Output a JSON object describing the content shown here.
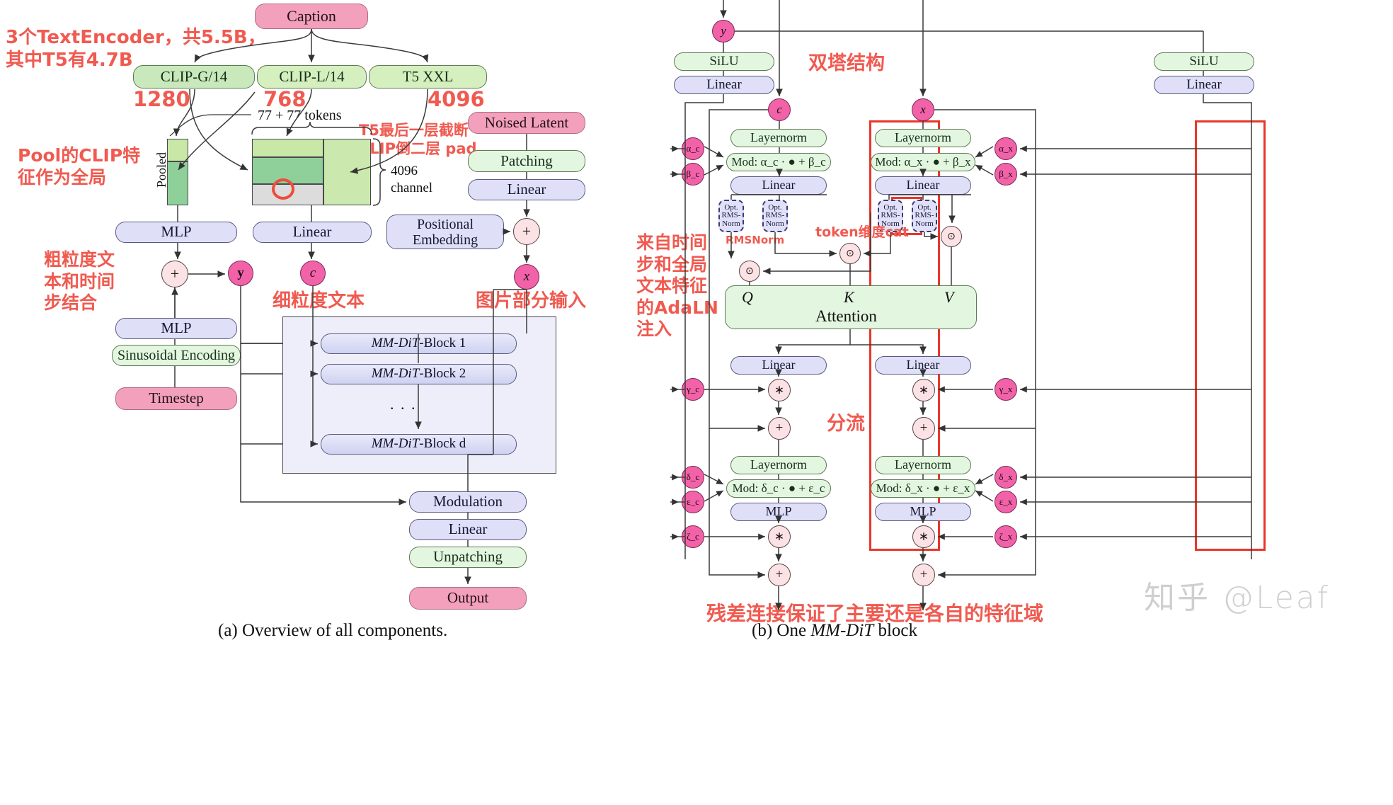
{
  "figure": {
    "caption_a": "(a) Overview of all components.",
    "caption_b_prefix": "(b) One ",
    "caption_b_em": "MM-DiT",
    "caption_b_suffix": " block",
    "watermark": "知乎 @Leaf"
  },
  "colors": {
    "pink": "#f2a0bb",
    "green": "#e3f6df",
    "lavender": "#dfe0f8",
    "magenta_circle": "#f262a8",
    "pale_circle": "#fbe2e4",
    "red_annotation": "#f05a50",
    "red_highlight_box": "#e8372a"
  },
  "overview": {
    "caption_box": "Caption",
    "encoders": [
      {
        "label": "CLIP-G/14",
        "dim": "1280"
      },
      {
        "label": "CLIP-L/14",
        "dim": "768"
      },
      {
        "label": "T5 XXL",
        "dim": "4096"
      }
    ],
    "tokens_label": "77 + 77 tokens",
    "channel_label_line1": "4096",
    "channel_label_line2": "channel",
    "pooled_label": "Pooled",
    "left_blocks": {
      "mlp_top": "MLP",
      "plus": "+",
      "y": "y",
      "mlp_bottom": "MLP",
      "sinusoidal": "Sinusoidal Encoding",
      "timestep": "Timestep"
    },
    "mid_blocks": {
      "linear": "Linear",
      "c": "c"
    },
    "right_blocks": {
      "noised_latent": "Noised Latent",
      "patching": "Patching",
      "linear": "Linear",
      "positional_embedding_line1": "Positional",
      "positional_embedding_line2": "Embedding",
      "plus": "+",
      "x": "x"
    },
    "dit_blocks": [
      {
        "em": "MM-DiT",
        "rest": "-Block 1"
      },
      {
        "em": "MM-DiT",
        "rest": "-Block 2"
      },
      {
        "em": "MM-DiT",
        "rest": "-Block d"
      }
    ],
    "dots": ". . .",
    "tail_blocks": {
      "modulation": "Modulation",
      "linear": "Linear",
      "unpatching": "Unpatching",
      "output": "Output"
    },
    "annotations": {
      "text_encoders": "3个TextEncoder，共5.5B，\n其中T5有4.7B",
      "pooled_clip": "Pool的CLIP特\n征作为全局",
      "coarse_text": "粗粒度文\n本和时间\n步结合",
      "t5_trunc": "T5最后一层截断\nCLIP倒二层 pad",
      "fine_text": "细粒度文本",
      "image_input": "图片部分输入"
    }
  },
  "mmdit_block": {
    "inputs": {
      "y": "y",
      "c": "c",
      "x": "x"
    },
    "silu": "SiLU",
    "linear": "Linear",
    "layernorm": "Layernorm",
    "mlp": "MLP",
    "attention": "Attention",
    "qkv": {
      "q": "Q",
      "k": "K",
      "v": "V"
    },
    "opt_rms_norm": {
      "l1": "Opt.",
      "l2": "RMS-",
      "l3": "Norm"
    },
    "mod_c_attn": "Mod: α_c · ● + β_c",
    "mod_x_attn": "Mod: α_x · ● + β_x",
    "mod_c_mlp": "Mod: δ_c · ● + ε_c",
    "mod_x_mlp": "Mod: δ_x · ● + ε_x",
    "params_c": [
      "α_c",
      "β_c",
      "γ_c",
      "δ_c",
      "ε_c",
      "ζ_c"
    ],
    "params_x": [
      "α_x",
      "β_x",
      "γ_x",
      "δ_x",
      "ε_x",
      "ζ_x"
    ],
    "ops": {
      "mul": "∗",
      "add": "+",
      "dot": "⊙"
    },
    "annotations": {
      "dual_tower": "双塔结构",
      "adaln_inject": "来自时间\n步和全局\n文本特征\n的AdaLN\n注入",
      "rmsnorm": "RMSNorm",
      "token_cat": "token维度cat",
      "split_flow": "分流",
      "residual": "残差连接保证了主要还是各自的特征域"
    }
  }
}
